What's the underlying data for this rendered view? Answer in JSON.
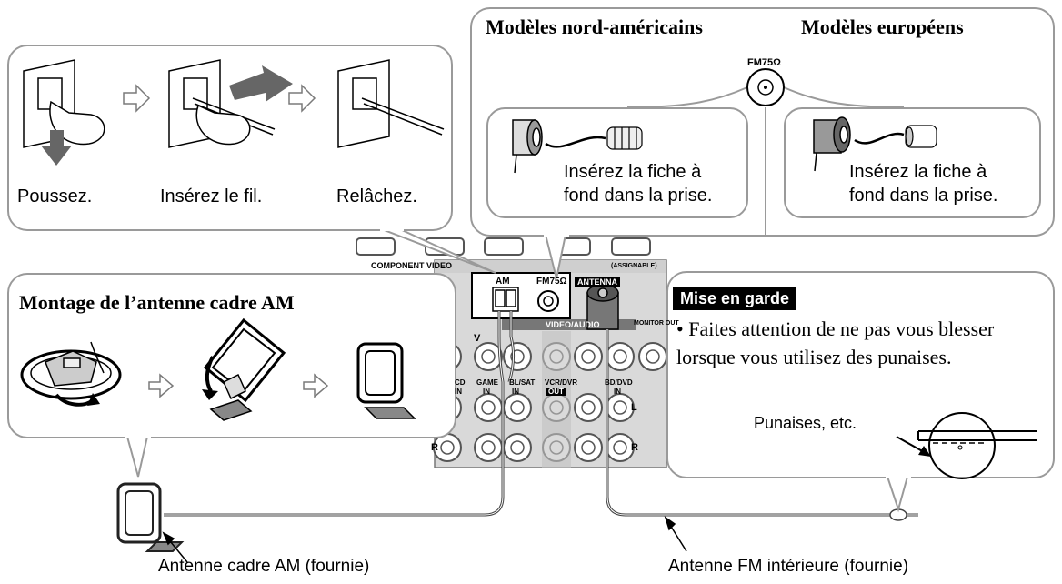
{
  "steps": {
    "push": "Poussez.",
    "insert": "Insérez le fil.",
    "release": "Relâchez."
  },
  "models": {
    "north_america": "Modèles nord-américains",
    "europe": "Modèles européens",
    "fm75_top": "FM75Ω",
    "plug_text_na": "Insérez la fiche à\nfond dans la prise.",
    "plug_text_eu": "Insérez la fiche à\nfond dans la prise."
  },
  "am_assembly": {
    "title": "Montage de l’antenne cadre AM"
  },
  "caution": {
    "header": "Mise en garde",
    "bullet": "• Faites attention de ne pas vous blesser lorsque vous utilisez des punaises.",
    "pins_label": "Punaises, etc."
  },
  "panel": {
    "am": "AM",
    "fm75": "FM75Ω",
    "antenna": "ANTENNA",
    "component_video": "COMPONENT VIDEO",
    "assignable": "(ASSIGNABLE)",
    "video_audio": "VIDEO/AUDIO",
    "monitor_out": "MONITOR OUT",
    "cd": "CD",
    "game": "GAME",
    "bl_sat": "BL/SAT",
    "vcr_dvr": "VCR/DVR",
    "bd_dvd": "BD/DVD",
    "in": "IN",
    "out": "OUT",
    "left": "L",
    "right": "R",
    "v": "V"
  },
  "labels": {
    "am_antenna": "Antenne cadre AM (fournie)",
    "fm_antenna": "Antenne FM intérieure (fournie)"
  },
  "colors": {
    "frame_gray": "#9a9a9a",
    "panel_gray": "#d6d6d6",
    "badge_black": "#000000"
  }
}
